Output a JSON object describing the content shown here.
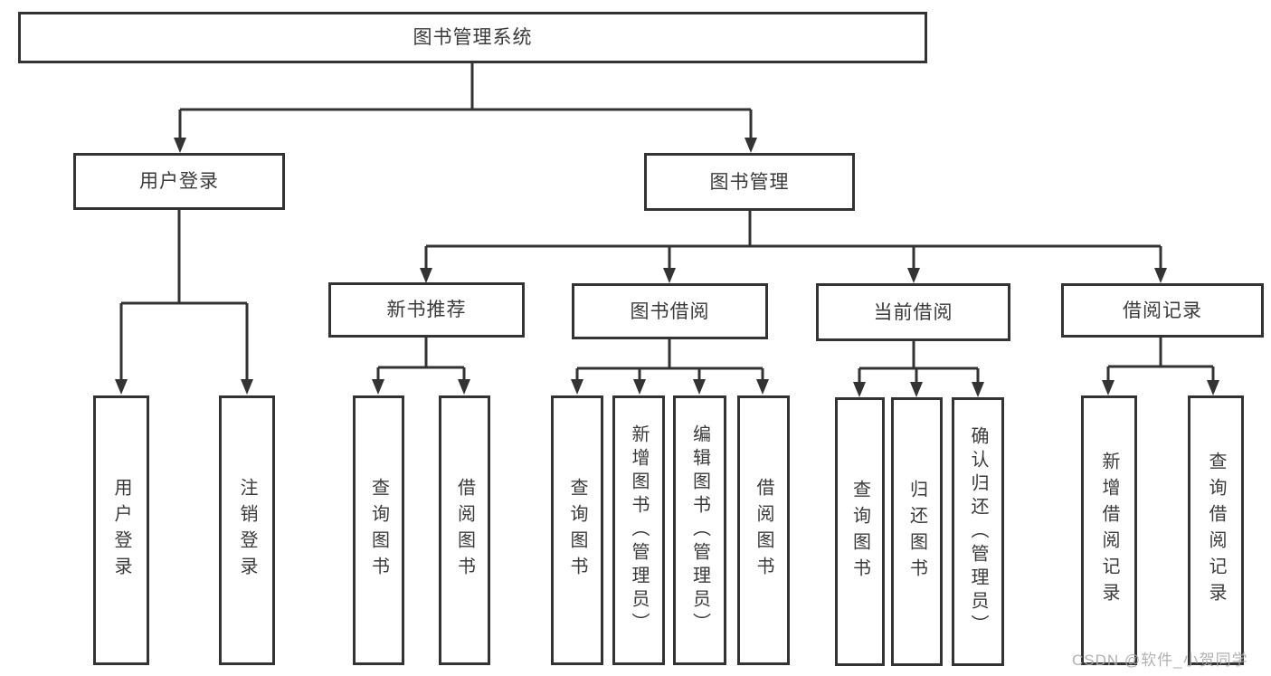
{
  "diagram_type": "functional-structure-tree",
  "colors": {
    "line": "#333333",
    "node_border": "#333333",
    "node_text": "#3a3a3a",
    "background": "#ffffff",
    "watermark": "#a9a9a9"
  },
  "tree": {
    "label": "图书管理系统",
    "children": [
      {
        "label": "用户登录",
        "children": [
          {
            "label": "用户登录"
          },
          {
            "label": "注销登录"
          }
        ]
      },
      {
        "label": "图书管理",
        "children": [
          {
            "label": "新书推荐",
            "children": [
              {
                "label": "查询图书"
              },
              {
                "label": "借阅图书"
              }
            ]
          },
          {
            "label": "图书借阅",
            "children": [
              {
                "label": "查询图书"
              },
              {
                "label": "新增图书（管理员）"
              },
              {
                "label": "编辑图书（管理员）"
              },
              {
                "label": "借阅图书"
              }
            ]
          },
          {
            "label": "当前借阅",
            "children": [
              {
                "label": "查询图书"
              },
              {
                "label": "归还图书"
              },
              {
                "label": "确认归还（管理员）"
              }
            ]
          },
          {
            "label": "借阅记录",
            "children": [
              {
                "label": "新增借阅记录"
              },
              {
                "label": "查询借阅记录"
              }
            ]
          }
        ]
      }
    ]
  },
  "watermark": {
    "text": "CSDN @软件_小贺同学"
  }
}
